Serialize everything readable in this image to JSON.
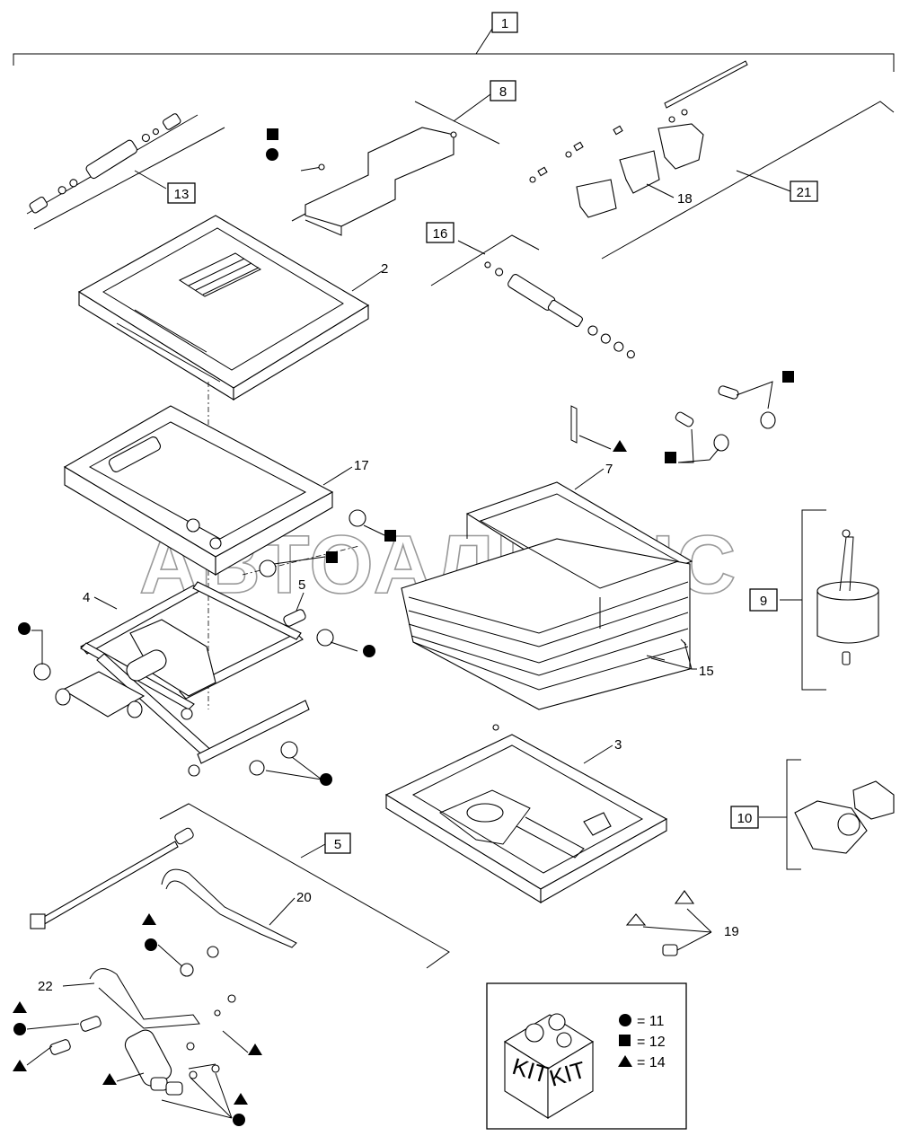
{
  "watermark": "АВТОАЛЬЯНС",
  "callouts": {
    "c1": "1",
    "c8": "8",
    "c13": "13",
    "c16": "16",
    "c21": "21",
    "c9": "9",
    "c10": "10",
    "c5box": "5"
  },
  "labels": {
    "l2": "2",
    "l3": "3",
    "l4": "4",
    "l5": "5",
    "l7": "7",
    "l15": "15",
    "l17": "17",
    "l18": "18",
    "l19": "19",
    "l20": "20",
    "l22": "22"
  },
  "legend": {
    "kit_left": "KIT",
    "kit_right": "KIT",
    "items": [
      {
        "symbol": "circle",
        "text": "= 11"
      },
      {
        "symbol": "square",
        "text": "= 12"
      },
      {
        "symbol": "triangle",
        "text": "= 14"
      }
    ]
  }
}
